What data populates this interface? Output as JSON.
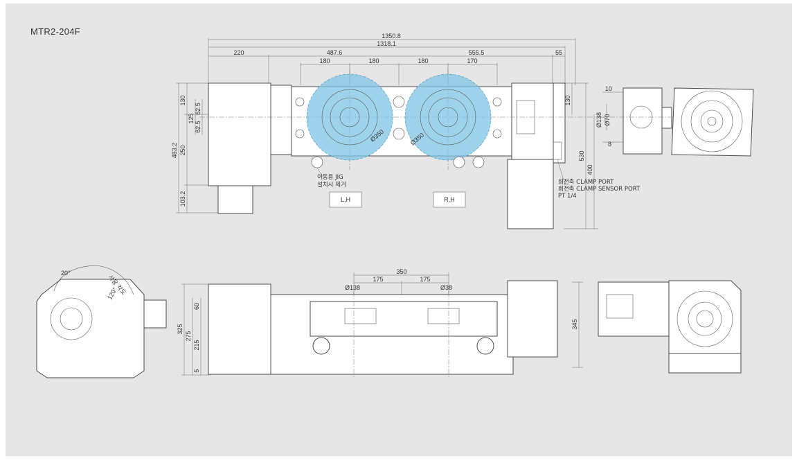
{
  "model_title": "MTR2-204F",
  "top_view": {
    "dims_horizontal": {
      "overall": "1350.8",
      "inner": "1318.1",
      "left": "220",
      "mid_left": "487.6",
      "mid_right": "555.5",
      "right": "55",
      "pitch": [
        "180",
        "180",
        "180",
        "170"
      ]
    },
    "dims_vertical_left": {
      "total": "483.2",
      "upper": "130",
      "a": "125",
      "b": "62.5",
      "c": "62.5",
      "mid": "250",
      "lower": "103.2"
    },
    "dims_vertical_right": {
      "a": "130",
      "b": "530",
      "c": "400"
    },
    "circle_dia": [
      "Ø350",
      "Ø350"
    ],
    "jig_note_line1": "이동용 JIG",
    "jig_note_line2": "설치시 제거",
    "port_line1": "회전축 CLAMP PORT",
    "port_line2": "회전축 CLAMP SENSOR PORT",
    "port_line3": "PT 1/4",
    "box_left": "L,H",
    "box_right": "R,H"
  },
  "side_view": {
    "dims": {
      "a": "10",
      "b": "Ø138",
      "c": "Ø70",
      "d": "8"
    }
  },
  "front_view": {
    "dims_top": {
      "span": "350",
      "half_left": "175",
      "half_right": "175",
      "dia_left": "Ø138",
      "dia_right": "Ø38"
    },
    "dims_left": {
      "total": "325",
      "a": "275",
      "b": "215",
      "c": "60",
      "d": "5"
    },
    "dims_right": {
      "total": "345"
    }
  },
  "end_view": {
    "angle_a": "20°",
    "angle_b": "120°",
    "arc_label": "사용 각도"
  },
  "colors": {
    "background": "#e6e6e6",
    "highlight": "#7fc4e6",
    "line": "#4a4a4a"
  }
}
